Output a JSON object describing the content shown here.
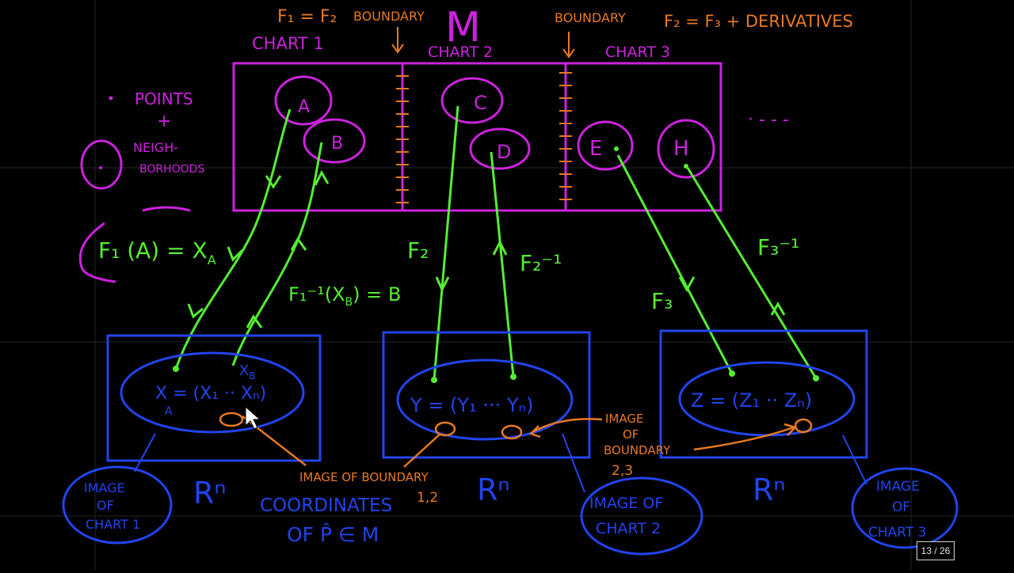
{
  "colors": {
    "background": "#000000",
    "magenta": "#cc22dd",
    "orange": "#e87a22",
    "green": "#55ee33",
    "blue": "#2244ee"
  },
  "top": {
    "m_label": "M",
    "f1_eq_f2": "F₁ = F₂",
    "boundary_left": "BOUNDARY",
    "boundary_right": "BOUNDARY",
    "f2_eq_f3": "F₂ = F₃ + DERIVATIVES",
    "chart1": "CHART 1",
    "chart2": "CHART 2",
    "chart3": "CHART 3"
  },
  "manifold": {
    "points": [
      "A",
      "B",
      "C",
      "D",
      "E",
      "H"
    ],
    "ellipsis": "· - - -"
  },
  "legend": {
    "points": "POINTS",
    "plus": "+",
    "neigh": "NEIGH-",
    "borhoods": "BORHOODS"
  },
  "maps": {
    "f1_main": "F₁ (A) = X",
    "f1_sub": "A",
    "f1_inv": "F₁⁻¹(X",
    "f1_inv_sub": "B",
    "f1_inv_tail": ") = B",
    "f2": "F₂",
    "f2_inv": "F₂⁻¹",
    "f3": "F₃",
    "f3_inv": "F₃⁻¹"
  },
  "coords": {
    "x_main": "X = (X₁ ·· Xₙ)",
    "x_sub": "A",
    "xb": "X",
    "xb_sub": "B",
    "y_main": "Y = (Y₁ ··· Yₙ)",
    "z_main": "Z = (Z₁ ·· Zₙ)"
  },
  "rn_labels": [
    "Rⁿ",
    "Rⁿ",
    "Rⁿ"
  ],
  "annotations": {
    "image_of_boundary_12_a": "IMAGE OF BOUNDARY",
    "image_of_boundary_12_b": "1,2",
    "image_of_boundary_23_a": "IMAGE",
    "image_of_boundary_23_b": "OF",
    "image_of_boundary_23_c": "BOUNDARY",
    "image_of_boundary_23_d": "2,3",
    "coordinates_a": "COORDINATES",
    "coordinates_b": "OF  P̂ ∈ M",
    "image_chart1_a": "IMAGE",
    "image_chart1_b": "OF",
    "image_chart1_c": "CHART 1",
    "image_chart2_a": "IMAGE OF",
    "image_chart2_b": "CHART 2",
    "image_chart3_a": "IMAGE",
    "image_chart3_b": "OF",
    "image_chart3_c": "CHART 3"
  },
  "page_counter": "13 / 26"
}
